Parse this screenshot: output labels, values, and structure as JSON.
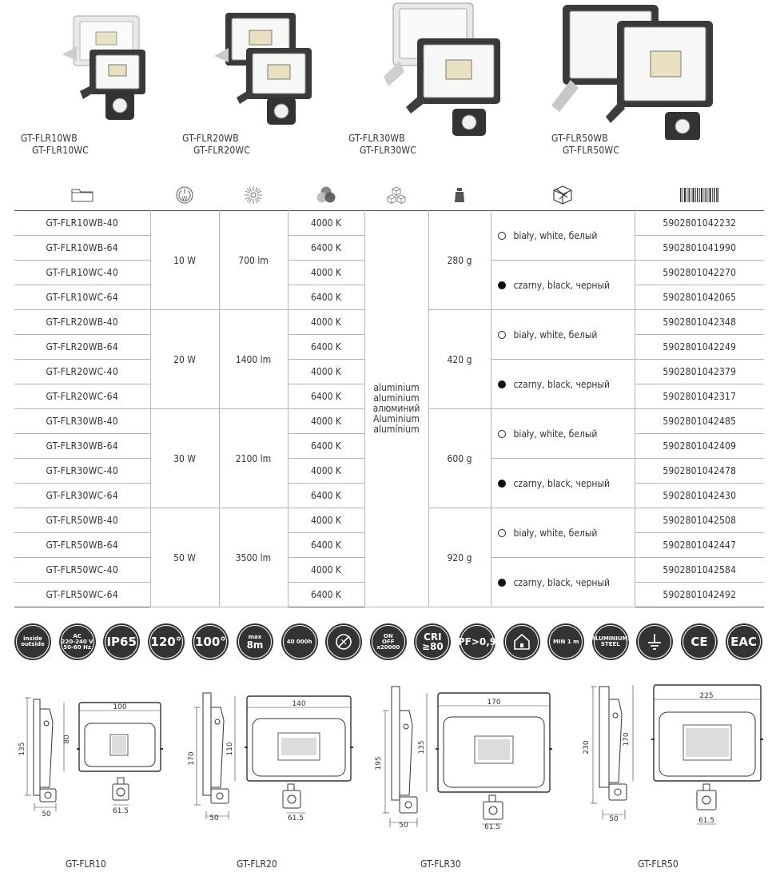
{
  "products": [
    {
      "name_wb": "GT-FLR10WB",
      "name_wc": "GT-FLR10WC"
    },
    {
      "name_wb": "GT-FLR20WB",
      "name_wc": "GT-FLR20WC"
    },
    {
      "name_wb": "GT-FLR30WB",
      "name_wc": "GT-FLR30WC"
    },
    {
      "name_wb": "GT-FLR50WB",
      "name_wc": "GT-FLR50WC"
    }
  ],
  "header_icons": [
    "folder-icon",
    "power-watt-icon",
    "light-burst-icon",
    "color-temperature-icon",
    "material-cubes-icon",
    "weight-icon",
    "color-box-icon",
    "barcode-icon"
  ],
  "groups": [
    {
      "power": "10 W",
      "flux": "700 lm",
      "weight": "280 g",
      "rows": [
        {
          "model": "GT-FLR10WB-40",
          "cct": "4000 K",
          "ean": "5902801042232"
        },
        {
          "model": "GT-FLR10WB-64",
          "cct": "6400 K",
          "ean": "5902801041990"
        },
        {
          "model": "GT-FLR10WC-40",
          "cct": "4000 K",
          "ean": "5902801042270"
        },
        {
          "model": "GT-FLR10WC-64",
          "cct": "6400 K",
          "ean": "5902801042065"
        }
      ]
    },
    {
      "power": "20 W",
      "flux": "1400 lm",
      "weight": "420 g",
      "rows": [
        {
          "model": "GT-FLR20WB-40",
          "cct": "4000 K",
          "ean": "5902801042348"
        },
        {
          "model": "GT-FLR20WB-64",
          "cct": "6400 K",
          "ean": "5902801042249"
        },
        {
          "model": "GT-FLR20WC-40",
          "cct": "4000 K",
          "ean": "5902801042379"
        },
        {
          "model": "GT-FLR20WC-64",
          "cct": "6400 K",
          "ean": "5902801042317"
        }
      ]
    },
    {
      "power": "30 W",
      "flux": "2100 lm",
      "weight": "600 g",
      "rows": [
        {
          "model": "GT-FLR30WB-40",
          "cct": "4000 K",
          "ean": "5902801042485"
        },
        {
          "model": "GT-FLR30WB-64",
          "cct": "6400 K",
          "ean": "5902801042409"
        },
        {
          "model": "GT-FLR30WC-40",
          "cct": "4000 K",
          "ean": "5902801042478"
        },
        {
          "model": "GT-FLR30WC-64",
          "cct": "6400 K",
          "ean": "5902801042430"
        }
      ]
    },
    {
      "power": "50 W",
      "flux": "3500 lm",
      "weight": "920 g",
      "rows": [
        {
          "model": "GT-FLR50WB-40",
          "cct": "4000 K",
          "ean": "5902801042508"
        },
        {
          "model": "GT-FLR50WB-64",
          "cct": "6400 K",
          "ean": "5902801042447"
        },
        {
          "model": "GT-FLR50WC-40",
          "cct": "4000 K",
          "ean": "5902801042584"
        },
        {
          "model": "GT-FLR50WC-64",
          "cct": "6400 K",
          "ean": "5902801042492"
        }
      ]
    }
  ],
  "material_lines": [
    "aluminium",
    "aluminium",
    "алюминий",
    "Aluminium",
    "alumínium"
  ],
  "color_white": "biały, white, белый",
  "color_black": "czarny, black, черный",
  "badges": [
    {
      "icon": "inside-outside-house-icon",
      "lines": [
        "inside",
        "outside"
      ]
    },
    {
      "icon": "ac-voltage-icon",
      "lines": [
        "AC",
        "220-240 V",
        "50-60 Hz"
      ]
    },
    {
      "icon": "ip65-icon",
      "lines": [
        "IP65"
      ]
    },
    {
      "icon": "beam-angle-120-icon",
      "lines": [
        "120°"
      ]
    },
    {
      "icon": "sensor-angle-100-icon",
      "lines": [
        "100°"
      ]
    },
    {
      "icon": "sensor-range-icon",
      "lines": [
        "max",
        "8m"
      ]
    },
    {
      "icon": "lifetime-clock-icon",
      "lines": [
        "40 000h"
      ]
    },
    {
      "icon": "no-dimming-icon",
      "lines": []
    },
    {
      "icon": "switching-cycles-icon",
      "lines": [
        "ON",
        "OFF",
        "x20000"
      ]
    },
    {
      "icon": "cri-icon",
      "lines": [
        "CRI",
        "≥80"
      ]
    },
    {
      "icon": "power-factor-icon",
      "lines": [
        "PF>0,9"
      ]
    },
    {
      "icon": "house-mount-icon",
      "lines": []
    },
    {
      "icon": "min-distance-icon",
      "lines": [
        "MIN 1 m"
      ]
    },
    {
      "icon": "aluminium-steel-icon",
      "lines": [
        "ALUMINIUM/",
        "STEEL"
      ]
    },
    {
      "icon": "ground-class-icon",
      "lines": []
    },
    {
      "icon": "ce-mark-icon",
      "lines": [
        "CE"
      ]
    },
    {
      "icon": "eac-mark-icon",
      "lines": [
        "EAC"
      ]
    }
  ],
  "dimensions": [
    {
      "label": "GT-FLR10",
      "width": "100",
      "height": "80",
      "total": "135",
      "depth": "50",
      "sensor": "61.5"
    },
    {
      "label": "GT-FLR20",
      "width": "140",
      "height": "110",
      "total": "170",
      "depth": "50",
      "sensor": "61.5"
    },
    {
      "label": "GT-FLR30",
      "width": "170",
      "height": "135",
      "total": "195",
      "depth": "50",
      "sensor": "61.5"
    },
    {
      "label": "GT-FLR50",
      "width": "225",
      "height": "170",
      "total": "230",
      "depth": "50",
      "sensor": "61.5"
    }
  ]
}
